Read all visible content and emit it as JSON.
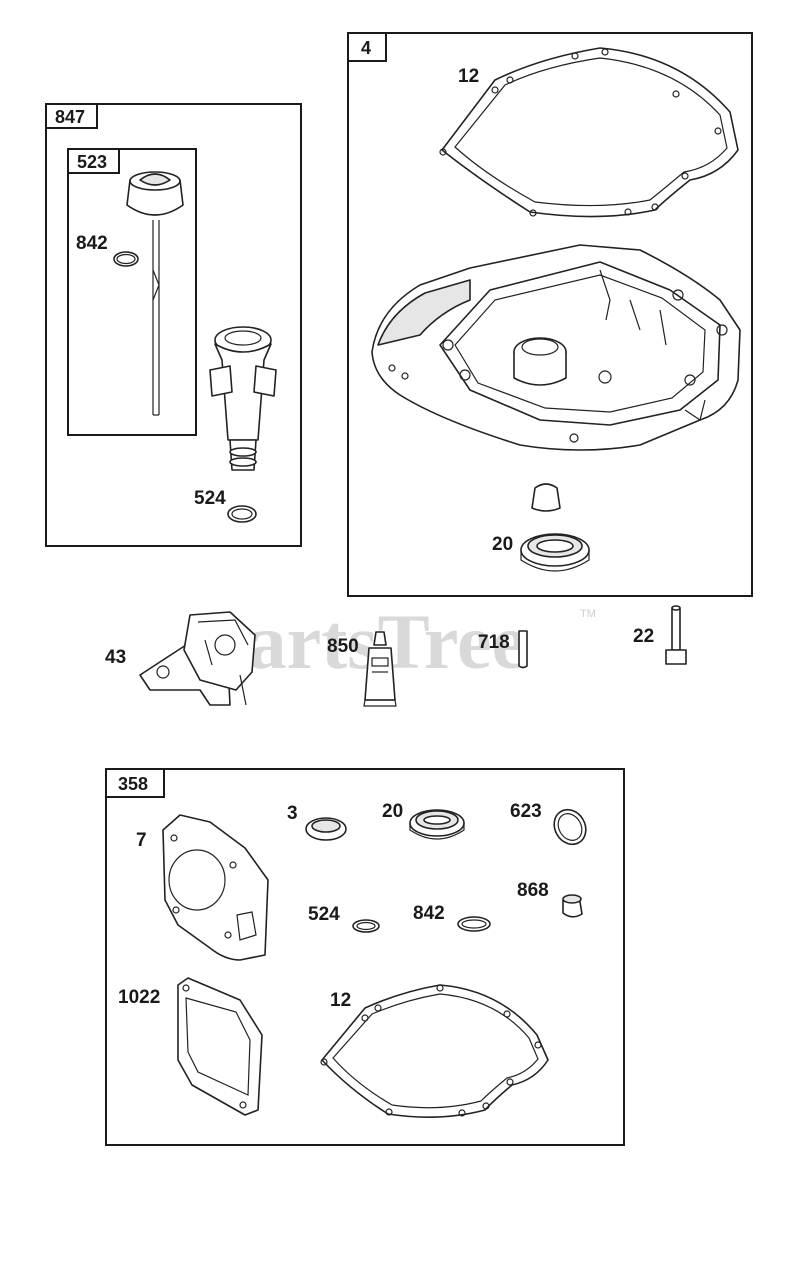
{
  "watermark": {
    "text": "PartsTree",
    "tm": "TM"
  },
  "groups": {
    "g847": "847",
    "g523": "523",
    "g4": "4",
    "g358": "358"
  },
  "callouts": {
    "c842_top": "842",
    "c524_top": "524",
    "c12_top": "12",
    "c20_top": "20",
    "c43": "43",
    "c850": "850",
    "c718": "718",
    "c22": "22",
    "c7": "7",
    "c3": "3",
    "c20_kit": "20",
    "c623": "623",
    "c868": "868",
    "c524_kit": "524",
    "c842_kit": "842",
    "c1022": "1022",
    "c12_kit": "12"
  }
}
